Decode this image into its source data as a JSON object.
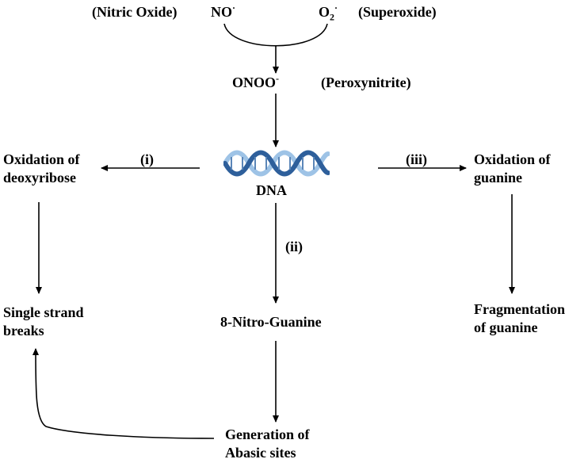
{
  "colors": {
    "text": "#000000",
    "arrow": "#000000",
    "dna_light": "#9ec3e6",
    "dna_dark": "#2e5f9b"
  },
  "reactants": {
    "nitric_oxide_label": "(Nitric Oxide)",
    "no_formula": "NO",
    "no_radical_dot": "·",
    "o2_formula": "O",
    "o2_subscript": "2",
    "o2_charge": "·",
    "o2_dash": "-",
    "superoxide_label": "(Superoxide)"
  },
  "product": {
    "formula": "ONOO",
    "charge": "-",
    "name": "(Peroxynitrite)"
  },
  "dna": {
    "label": "DNA",
    "icon": "dna-double-helix-icon"
  },
  "pathways": {
    "i": "(i)",
    "ii": "(ii)",
    "iii": "(iii)"
  },
  "nodes": {
    "oxidation_deoxyribose": [
      "Oxidation of",
      "deoxyribose"
    ],
    "single_strand_breaks": [
      "Single strand",
      "breaks"
    ],
    "nitro_guanine": [
      "8-Nitro-Guanine"
    ],
    "abasic_sites": [
      "Generation of",
      "Abasic sites"
    ],
    "oxidation_guanine": [
      "Oxidation of",
      "guanine"
    ],
    "fragmentation_guanine": [
      "Fragmentation",
      "of guanine"
    ]
  }
}
